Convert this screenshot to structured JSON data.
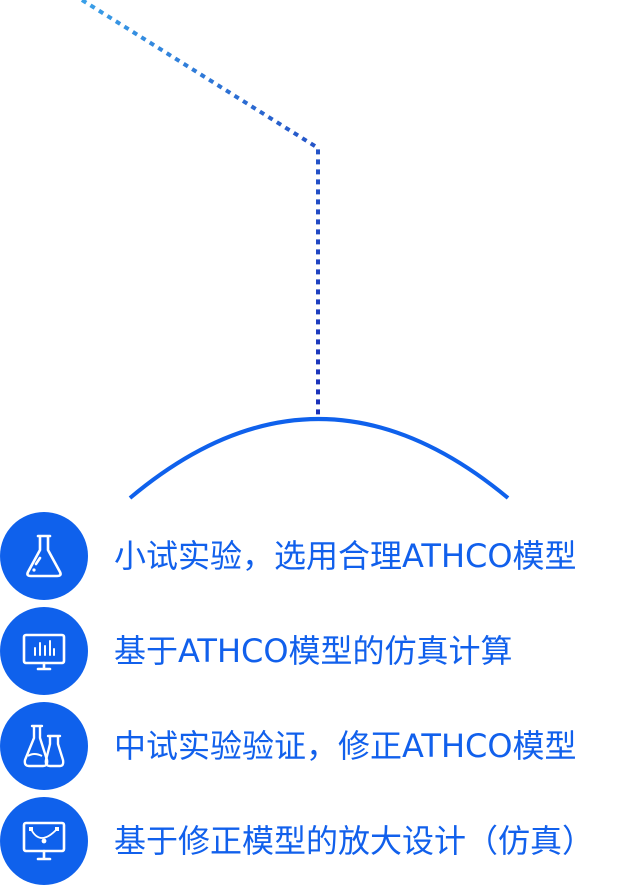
{
  "colors": {
    "accent": "#0f61ec",
    "dash_light": "#2f8ee0",
    "dash_dark": "#1a2fb8",
    "text": "#1160ec"
  },
  "steps": [
    {
      "icon": "flask-icon",
      "label": "小试实验，选用合理ATHCO模型"
    },
    {
      "icon": "monitor-chart-icon",
      "label": "基于ATHCO模型的仿真计算"
    },
    {
      "icon": "beakers-icon",
      "label": "中试实验验证，修正ATHCO模型"
    },
    {
      "icon": "design-monitor-icon",
      "label": "基于修正模型的放大设计（仿真）"
    }
  ]
}
